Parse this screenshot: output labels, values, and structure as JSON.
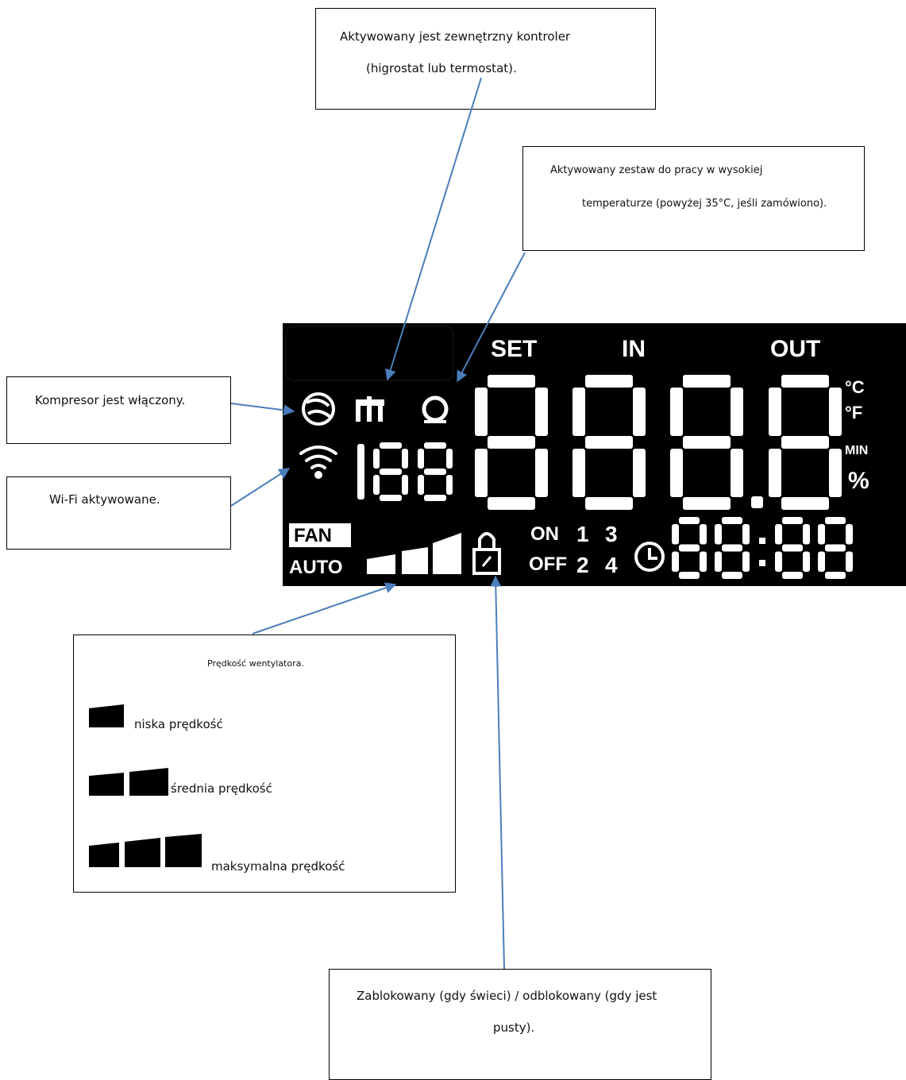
{
  "callouts": {
    "thermostat": {
      "line1": "Aktywowany jest zewnętrzny kontroler",
      "line2": "(higrostat lub termostat)."
    },
    "high_temp_kit": {
      "line1": "Aktywowany zestaw do pracy w wysokiej",
      "line2": "temperaturze (powyżej 35°C, jeśli zamówiono)."
    },
    "compressor": {
      "text": "Kompresor jest włączony."
    },
    "wifi": {
      "text": "Wi-Fi aktywowane."
    },
    "fan_speed": {
      "title": "Prędkość wentylatora.",
      "low": "niska prędkość",
      "medium": "średnia prędkość",
      "max": "maksymalna prędkość"
    },
    "lock": {
      "line1": "Zablokowany (gdy świeci) / odblokowany (gdy jest",
      "line2": "pusty)."
    }
  },
  "display": {
    "label_set": "SET",
    "label_in": "IN",
    "label_out": "OUT",
    "unit_c": "°C",
    "unit_f": "°F",
    "unit_min": "MIN",
    "unit_pct": "%",
    "fan": "FAN",
    "auto": "AUTO",
    "on": "ON",
    "off": "OFF",
    "n1": "1",
    "n2": "2",
    "n3": "3",
    "n4": "4"
  },
  "colors": {
    "arrow": "#4a7ebb",
    "lcd_background": "#000000",
    "segments": "#ffffff"
  },
  "icons": [
    "compressor-icon",
    "thermostat-icon",
    "high-temp-kit-icon",
    "wifi-icon",
    "lock-icon",
    "clock-icon",
    "fan-speed-bars-icon"
  ]
}
